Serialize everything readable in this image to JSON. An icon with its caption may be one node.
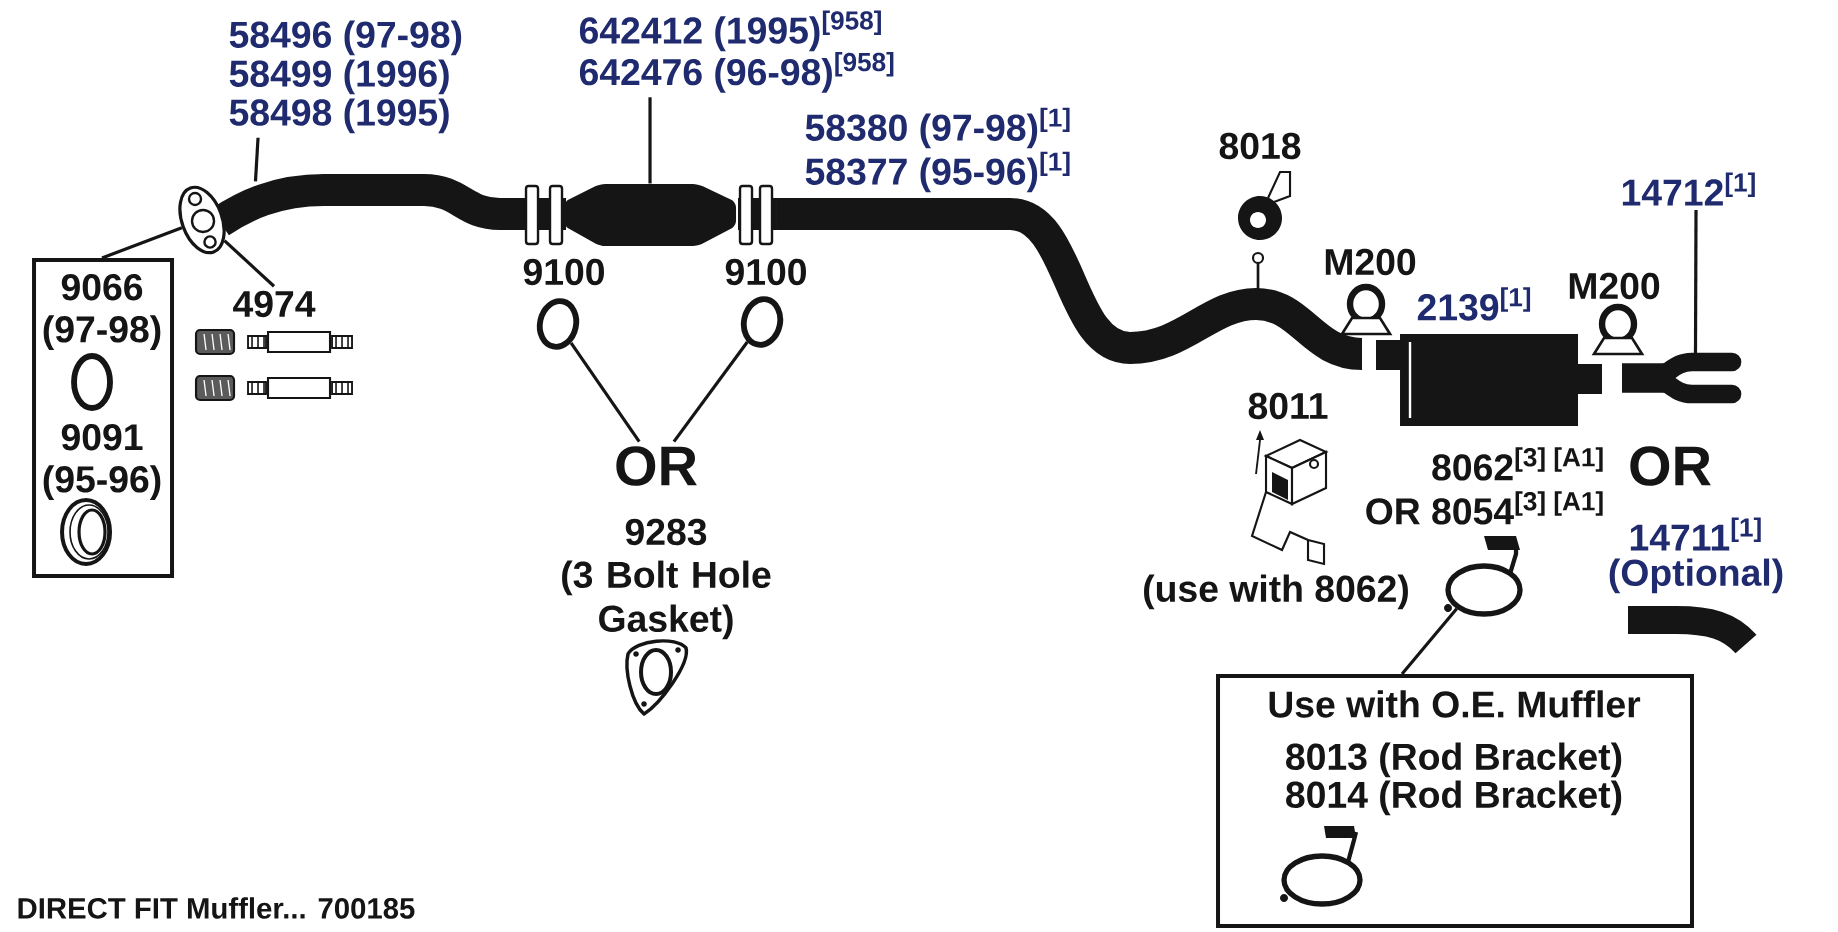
{
  "diagram": {
    "nodes": [
      {
        "text": [
          "58496 (97-98)",
          "58499 (1996)",
          "58498 (1995)"
        ]
      },
      {
        "text": [
          "642412 (1995)$^{[958]}$",
          "642476 (96-98)$^{[958]}$"
        ]
      },
      {
        "text": [],
        "shape": "picture"
      },
      {
        "text": [],
        "shape": "picture"
      },
      {
        "text": [],
        "shape": "box"
      },
      {
        "text": [],
        "shape": "picture"
      },
      {
        "text": [
          "9066 (97-98)",
          "9091 (95-96)"
        ]
      },
      {
        "text": [
          "4974"
        ]
      },
      {
        "text": [],
        "shape": "circle",
        "beside": [
          "9100"
        ]
      },
      {
        "text": [],
        "shape": "circle",
        "beside": [
          "9100"
        ]
      },
      {
        "text": [
          "OR"
        ]
      },
      {
        "text": [
          "14712$^{[1]}$"
        ]
      },
      {
        "text": [],
        "shape": "picture",
        "beside": [
          "2139$^{[1]}$"
        ]
      },
      {
        "text": [],
        "shape": "picture"
      },
      {
        "text": [],
        "shape": "circle",
        "beside": [
          "8062$^{[3] [A1]}$",
          "OR 8054$^{[3] [A1]}$"
        ]
      },
      {
        "text": [
          "Use with O.E. Muffler",
          "8013 (Rod Bracket)",
          "8014 (Rod Bracket)"
        ]
      }
    ],
    "edges": [
      {
        "from": 0,
        "to": 2,
        "arrow": "none"
      },
      {
        "from": 1,
        "to": 4,
        "arrow": "none"
      },
      {
        "from": 6,
        "to": 3,
        "arrow": "none"
      },
      {
        "from": 3,
        "to": 7,
        "arrow": "none"
      },
      {
        "from": 8,
        "to": 10,
        "arrow": "none"
      },
      {
        "from": 9,
        "to": 10,
        "arrow": "none"
      },
      {
        "from": 11,
        "to": 13,
        "arrow": "none"
      },
      {
        "from": 14,
        "to": 15,
        "arrow": "none"
      }
    ],
    "labels": [
      "58380 (97-98)$^{[1]}$",
      "58377 (95-96)$^{[1]}$",
      "8018",
      "M200",
      "M200",
      "8011",
      "OR",
      "9283",
      "(3 Bolt Hole Gasket)",
      "14711$^{[1]}$",
      "(Optional)",
      "(use with 8062)",
      "DIRECT FIT Muffler... 700185"
    ]
  }
}
